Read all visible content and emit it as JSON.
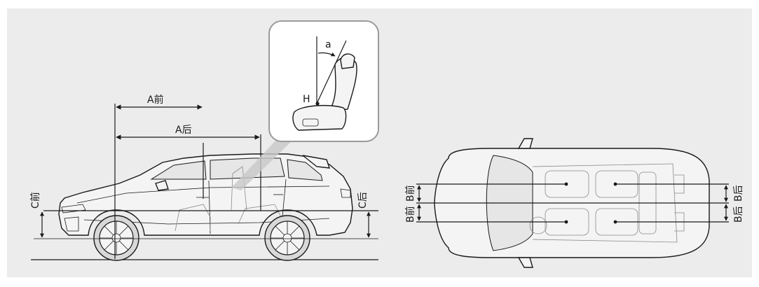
{
  "labels": {
    "a_front": "A前",
    "a_rear": "A后",
    "c_front": "C前",
    "c_rear": "C后",
    "b_front_1": "B前",
    "b_front_2": "B前",
    "b_rear_1": "B后",
    "b_rear_2": "B后",
    "seat_angle": "a",
    "h_point": "H"
  },
  "colors": {
    "background_panel": "#ececec",
    "line": "#1a1a1a"
  }
}
